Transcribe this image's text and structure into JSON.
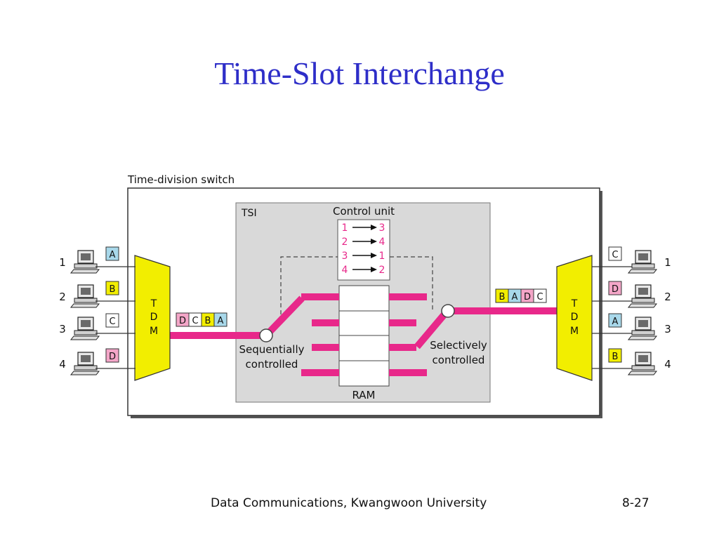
{
  "slide": {
    "title": "Time-Slot Interchange",
    "footer_left": "Data Communications, Kwangwoon University",
    "footer_right": "8-27"
  },
  "diagram": {
    "outer_label": "Time-division switch",
    "tsi_label": "TSI",
    "control_unit_label": "Control unit",
    "control_map": [
      {
        "from": "1",
        "to": "3"
      },
      {
        "from": "2",
        "to": "4"
      },
      {
        "from": "3",
        "to": "1"
      },
      {
        "from": "4",
        "to": "2"
      }
    ],
    "ram_label": "RAM",
    "sequential_label": [
      "Sequentially",
      "controlled"
    ],
    "selective_label": [
      "Selectively",
      "controlled"
    ],
    "tdm_letters": [
      "T",
      "D",
      "M"
    ],
    "inputs": [
      {
        "number": "1",
        "letter": "A",
        "color": "#a8d8ea"
      },
      {
        "number": "2",
        "letter": "B",
        "color": "#f2ee00"
      },
      {
        "number": "3",
        "letter": "C",
        "color": "#ffffff"
      },
      {
        "number": "4",
        "letter": "D",
        "color": "#f4a6c8"
      }
    ],
    "outputs": [
      {
        "number": "1",
        "letter": "C",
        "color": "#ffffff"
      },
      {
        "number": "2",
        "letter": "D",
        "color": "#f4a6c8"
      },
      {
        "number": "3",
        "letter": "A",
        "color": "#a8d8ea"
      },
      {
        "number": "4",
        "letter": "B",
        "color": "#f2ee00"
      }
    ],
    "input_frame": [
      {
        "letter": "D",
        "color": "#f4a6c8"
      },
      {
        "letter": "C",
        "color": "#ffffff"
      },
      {
        "letter": "B",
        "color": "#f2ee00"
      },
      {
        "letter": "A",
        "color": "#a8d8ea"
      }
    ],
    "output_frame": [
      {
        "letter": "B",
        "color": "#f2ee00"
      },
      {
        "letter": "A",
        "color": "#a8d8ea"
      },
      {
        "letter": "D",
        "color": "#f4a6c8"
      },
      {
        "letter": "C",
        "color": "#ffffff"
      }
    ],
    "colors": {
      "link": "#e8288a",
      "tdm": "#f2ee00",
      "tsi_bg": "#d9d9d9",
      "map_text": "#e8288a"
    }
  }
}
